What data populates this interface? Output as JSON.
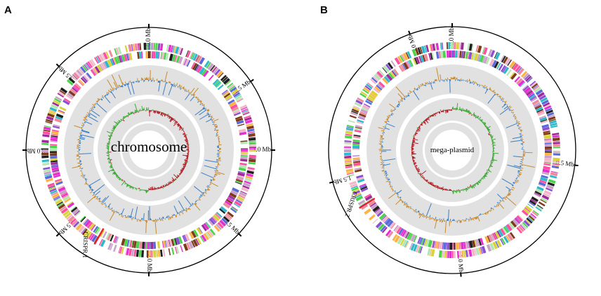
{
  "panels": [
    {
      "letter": "A",
      "center_label": "chromosome",
      "ticks": [
        {
          "label": "0.0 Mb",
          "angle": 0
        },
        {
          "label": "0.5 Mb",
          "angle": 56
        },
        {
          "label": "1.0 Mb",
          "angle": 90
        },
        {
          "label": "1.5 Mb",
          "angle": 133
        },
        {
          "label": "2.0 Mb",
          "angle": 180
        },
        {
          "label": "2.5 Mb",
          "angle": 227
        },
        {
          "label": "3.0 Mb",
          "angle": 270
        },
        {
          "label": "3.5 Mb",
          "angle": 313
        }
      ],
      "crispr": {
        "label": "CRISPR 1",
        "angle": 210
      }
    },
    {
      "letter": "B",
      "center_label": "mega-plasmid",
      "ticks": [
        {
          "label": "0.0 Mb",
          "angle": 0
        },
        {
          "label": "0.5 Mb",
          "angle": 97
        },
        {
          "label": "1.0 Mb",
          "angle": 176
        },
        {
          "label": "1.5 Mb",
          "angle": 255
        },
        {
          "label": "2.0 Mb",
          "angle": 340
        }
      ],
      "crispr": {
        "label": "CRISPR 2",
        "angle": 238
      }
    }
  ],
  "colors": {
    "outline": "#000000",
    "track_bg": "#e1e1e1",
    "gc_content": "#c98a2b",
    "gc_content_neg": "#3b7fc4",
    "gc_skew_pos": "#3faa3a",
    "gc_skew_neg": "#b3202a",
    "crispr_mark": "#e8202a",
    "cog_palette": [
      "#e62dd0",
      "#8b4fd4",
      "#2fb8c9",
      "#d9d23a",
      "#ef8a9b",
      "#7c3a1a",
      "#1f1f1f",
      "#4bd34b",
      "#f2b6c8",
      "#a02a9a",
      "#5a6ad8",
      "#ffb347",
      "#b3e6b3",
      "#c8a2c8",
      "#ff4fa0"
    ]
  }
}
